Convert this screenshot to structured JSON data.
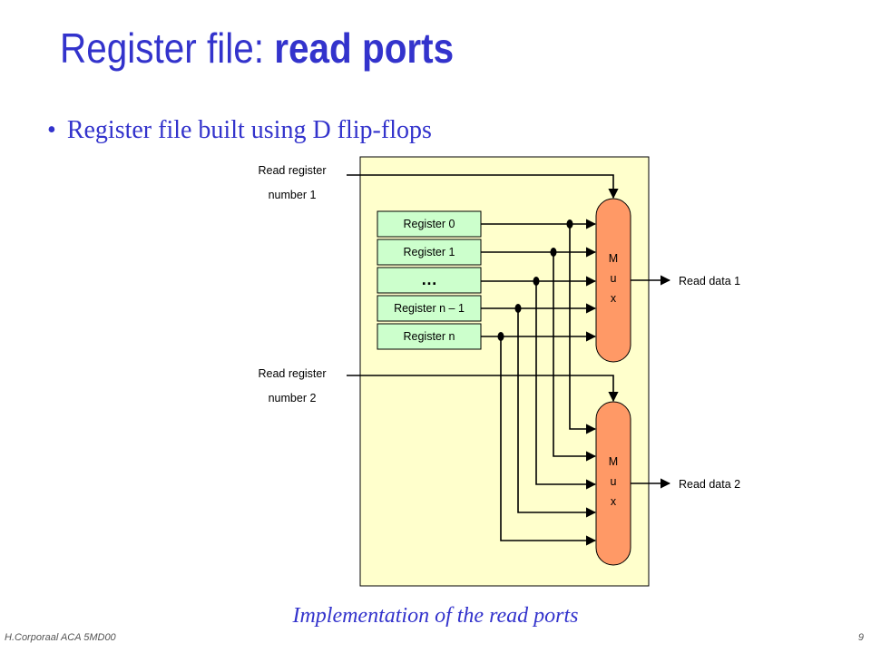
{
  "slide": {
    "title_prefix": "Register file: ",
    "title_bold": "read ports",
    "bullet_marker": "•",
    "bullet_text": "Register file built using D flip-flops",
    "caption": "Implementation of the read ports",
    "footer_left": "H.Corporaal   ACA 5MD00",
    "page_number": "9"
  },
  "diagram": {
    "input_labels": {
      "read_reg1_line1": "Read register",
      "read_reg1_line2": "number 1",
      "read_reg2_line1": "Read register",
      "read_reg2_line2": "number 2"
    },
    "registers": [
      "Register 0",
      "Register 1",
      "…",
      "Register n – 1",
      "Register n"
    ],
    "mux_letters": [
      "M",
      "u",
      "x"
    ],
    "outputs": {
      "read_data_1": "Read data 1",
      "read_data_2": "Read data 2"
    },
    "colors": {
      "background": "#ffffcc",
      "register_fill": "#ccffcc",
      "mux_fill": "#ff9966",
      "title": "#3333cc"
    }
  }
}
